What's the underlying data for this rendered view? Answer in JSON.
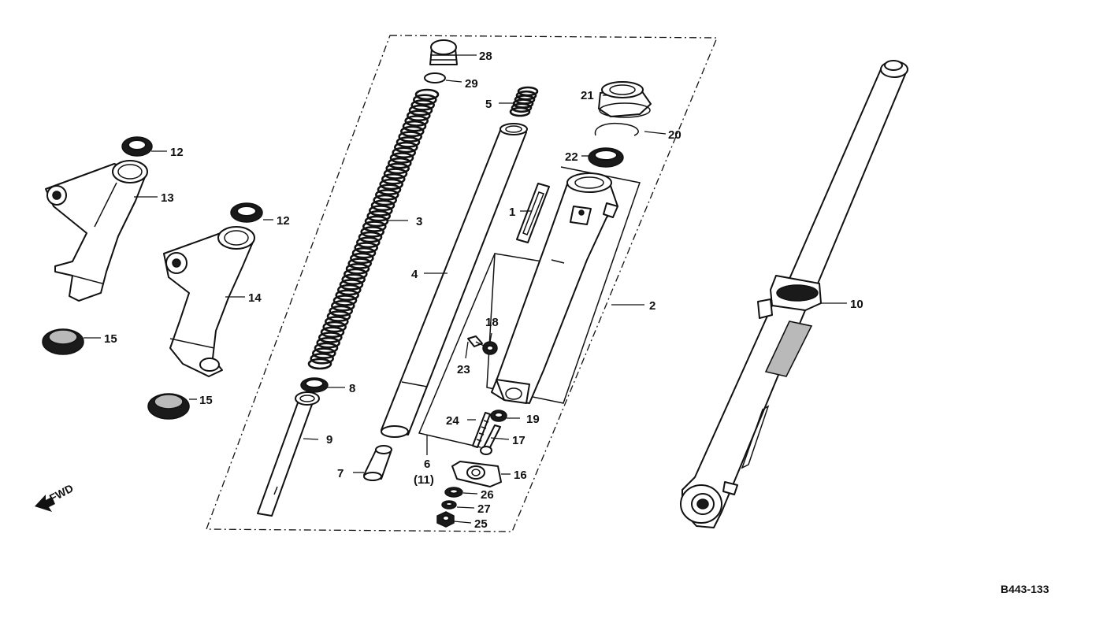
{
  "diagram_code": "B443-133",
  "fwd_label": "FWD",
  "callouts": {
    "c1": "1",
    "c2": "2",
    "c3": "3",
    "c4": "4",
    "c5": "5",
    "c6": "6",
    "c7": "7",
    "c8": "8",
    "c9": "9",
    "c10": "10",
    "c11": "(11)",
    "c12a": "12",
    "c12b": "12",
    "c13": "13",
    "c14": "14",
    "c15a": "15",
    "c15b": "15",
    "c16": "16",
    "c17": "17",
    "c18": "18",
    "c19": "19",
    "c20": "20",
    "c21": "21",
    "c22": "22",
    "c23": "23",
    "c24": "24",
    "c25": "25",
    "c26": "26",
    "c27": "27",
    "c28": "28",
    "c29": "29"
  }
}
